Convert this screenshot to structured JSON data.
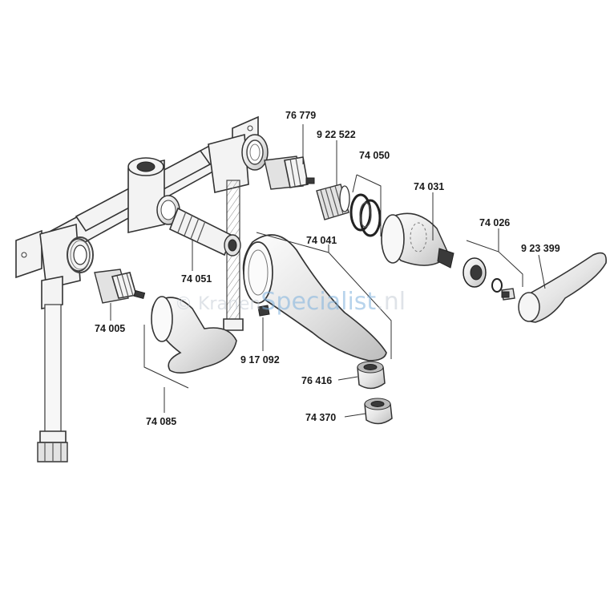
{
  "watermark": {
    "prefix": "© Kranen",
    "brand": "Specialist",
    "suffix": ".nl"
  },
  "parts": [
    {
      "id": "p76779",
      "label": "76 779"
    },
    {
      "id": "p922522",
      "label": "9 22 522"
    },
    {
      "id": "p74050",
      "label": "74 050"
    },
    {
      "id": "p74031",
      "label": "74 031"
    },
    {
      "id": "p74026",
      "label": "74 026"
    },
    {
      "id": "p923399",
      "label": "9 23 399"
    },
    {
      "id": "p74041",
      "label": "74 041"
    },
    {
      "id": "p74051",
      "label": "74 051"
    },
    {
      "id": "p74005",
      "label": "74 005"
    },
    {
      "id": "p917092",
      "label": "9 17 092"
    },
    {
      "id": "p76416",
      "label": "76 416"
    },
    {
      "id": "p74370",
      "label": "74 370"
    },
    {
      "id": "p74085",
      "label": "74 085"
    }
  ]
}
